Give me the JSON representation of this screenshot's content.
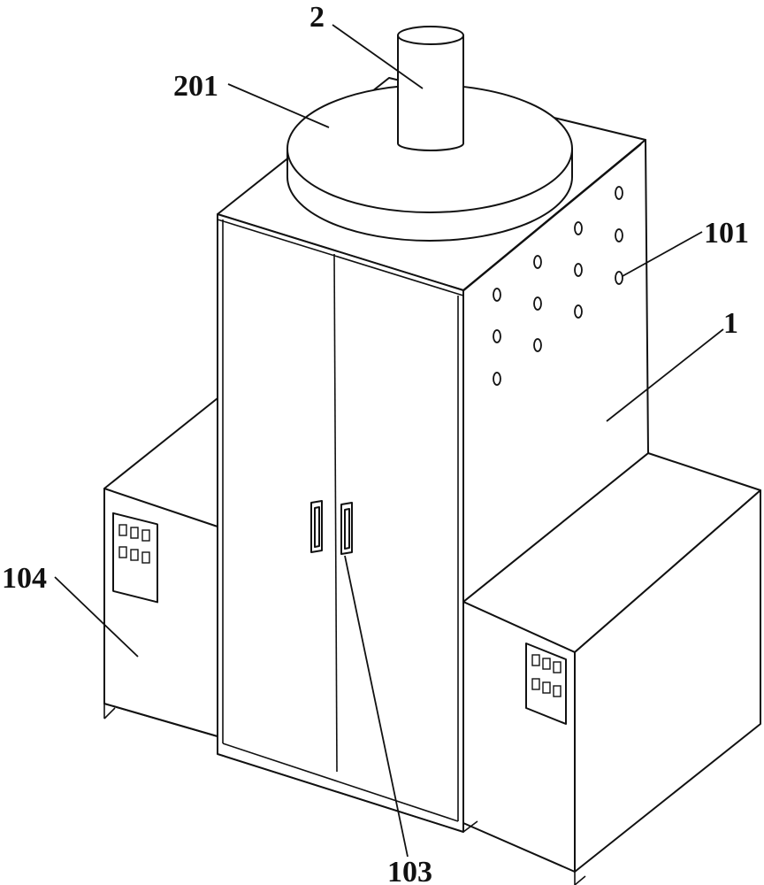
{
  "labels": {
    "cabinet": "1",
    "vent_holes": "101",
    "door_handles": "103",
    "side_box": "104",
    "chimney": "2",
    "chimney_base": "201"
  }
}
